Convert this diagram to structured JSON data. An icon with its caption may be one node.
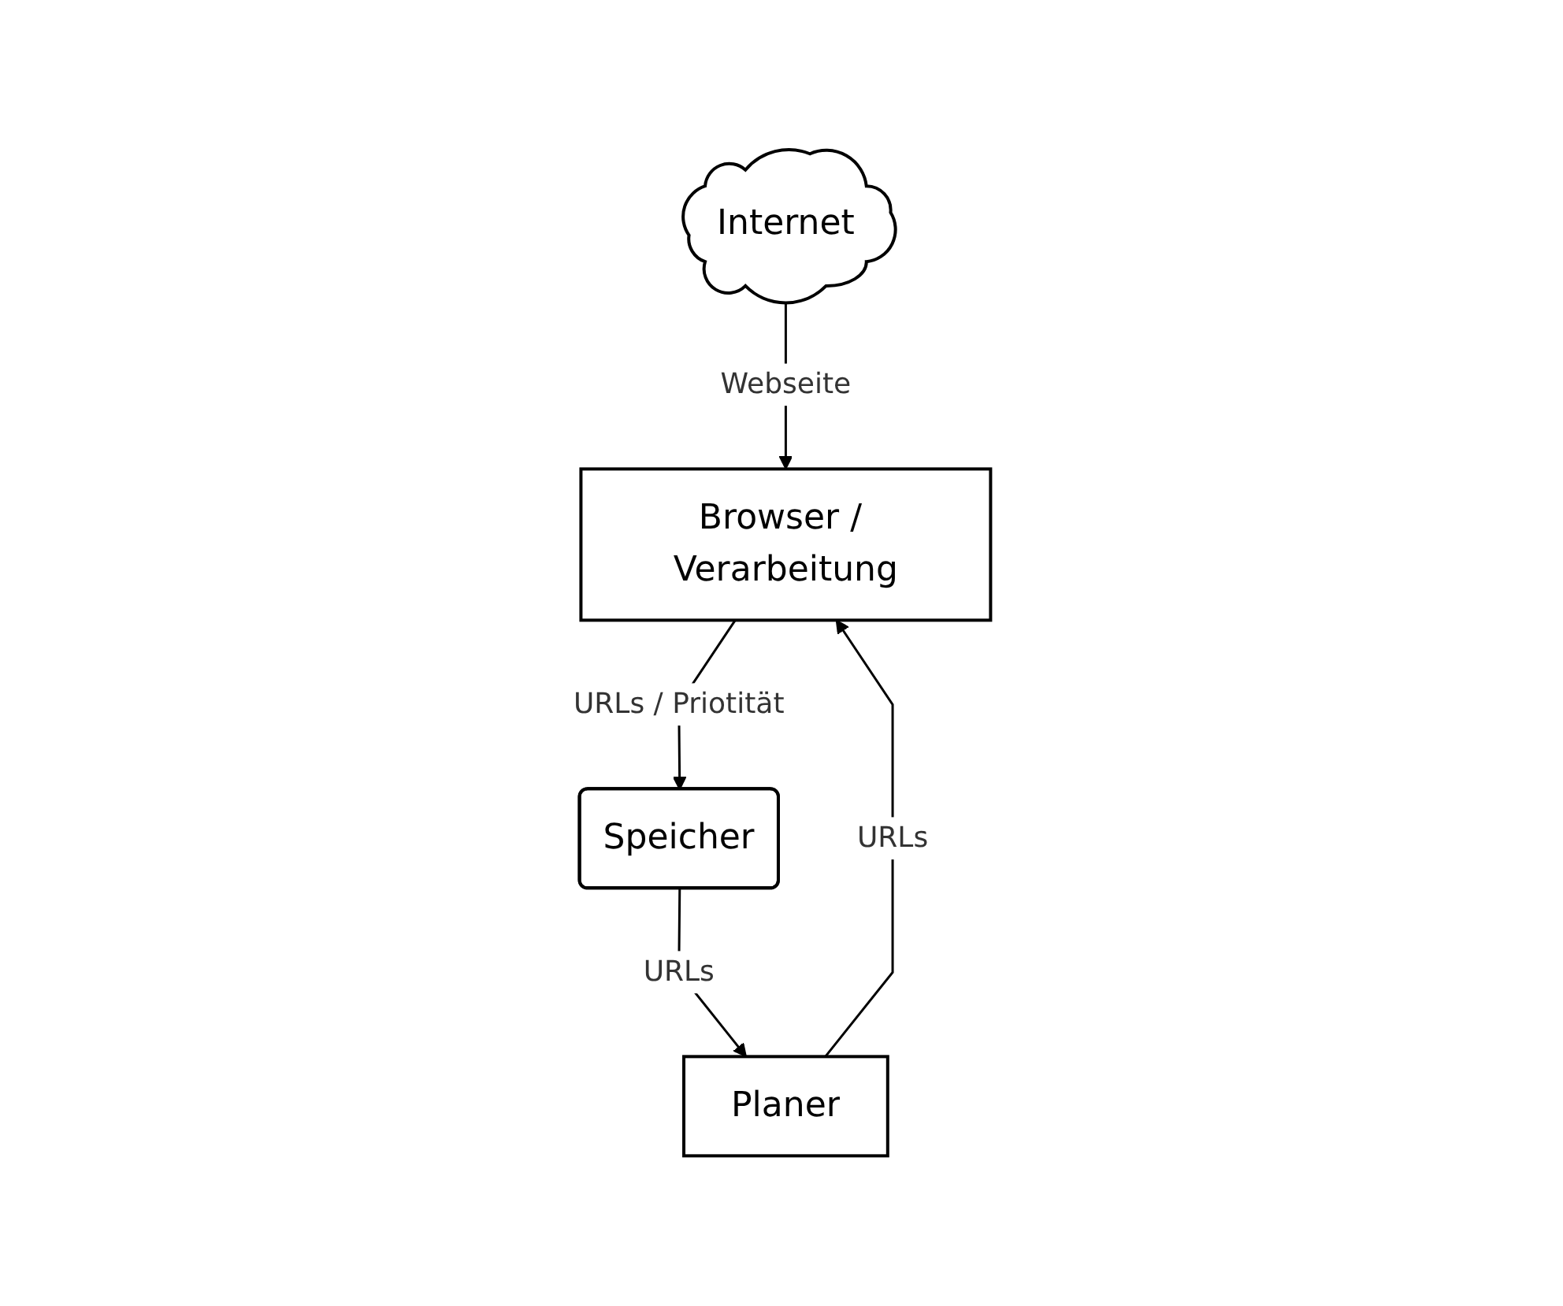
{
  "diagram": {
    "nodes": [
      {
        "text": [
          "Internet"
        ]
      },
      {
        "text": [
          "Planer"
        ]
      },
      {
        "text": [
          "Browser / Verarbeitung"
        ]
      },
      {
        "text": [
          "Speicher"
        ]
      }
    ],
    "edges": [
      {
        "from": 0,
        "to": 2,
        "arrow": "to",
        "label": "Webseite"
      },
      {
        "from": 1,
        "to": 2,
        "arrow": "to",
        "label": "URLs"
      },
      {
        "from": 2,
        "to": 3,
        "arrow": "to",
        "label": "URLs / Priotität"
      },
      {
        "from": 3,
        "to": 1,
        "arrow": "to",
        "label": "URLs"
      }
    ]
  }
}
